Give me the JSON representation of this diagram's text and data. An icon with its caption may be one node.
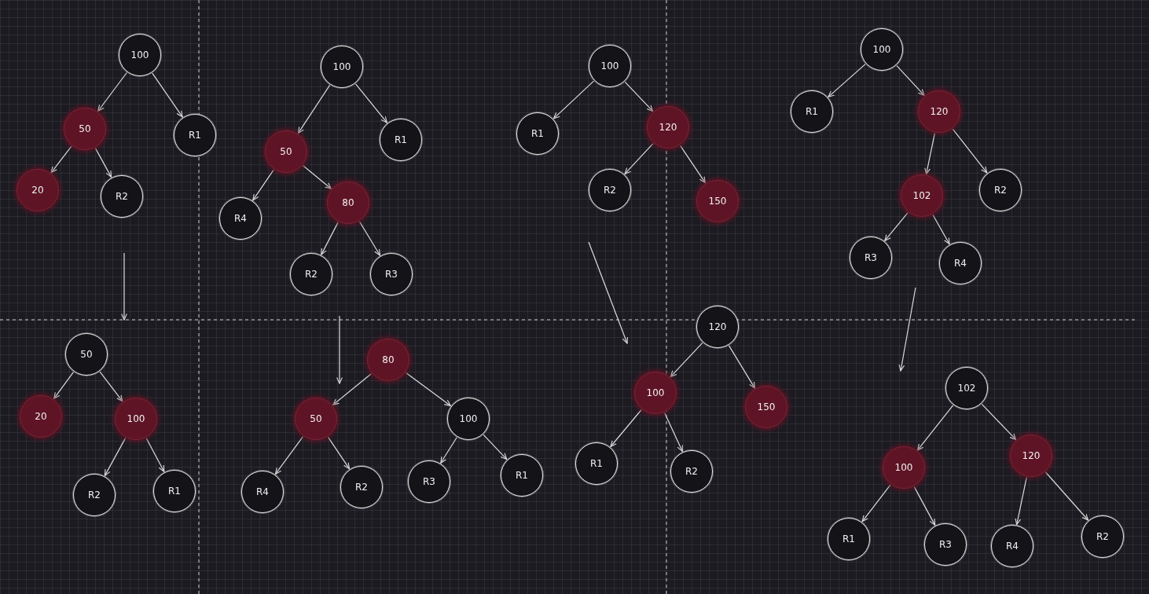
{
  "diagram": {
    "nodes": [
      {
        "text": [
          "100"
        ]
      },
      {
        "text": [
          "50"
        ]
      },
      {
        "text": [
          "R1"
        ]
      },
      {
        "text": [
          "20"
        ]
      },
      {
        "text": [
          "R2"
        ]
      },
      {
        "text": [
          "50"
        ]
      },
      {
        "text": [
          "20"
        ]
      },
      {
        "text": [
          "100"
        ]
      },
      {
        "text": [
          "R2"
        ]
      },
      {
        "text": [
          "R1"
        ]
      },
      {
        "text": [
          "100"
        ]
      },
      {
        "text": [
          "50"
        ]
      },
      {
        "text": [
          "R1"
        ]
      },
      {
        "text": [
          "R4"
        ]
      },
      {
        "text": [
          "80"
        ]
      },
      {
        "text": [
          "R2"
        ]
      },
      {
        "text": [
          "R3"
        ]
      },
      {
        "text": [
          "80"
        ]
      },
      {
        "text": [
          "50"
        ]
      },
      {
        "text": [
          "100"
        ]
      },
      {
        "text": [
          "R4"
        ]
      },
      {
        "text": [
          "R2"
        ]
      },
      {
        "text": [
          "R3"
        ]
      },
      {
        "text": [
          "R1"
        ]
      },
      {
        "text": [
          "100"
        ]
      },
      {
        "text": [
          "R1"
        ]
      },
      {
        "text": [
          "120"
        ]
      },
      {
        "text": [
          "R2"
        ]
      },
      {
        "text": [
          "150"
        ]
      },
      {
        "text": [
          "120"
        ]
      },
      {
        "text": [
          "100"
        ]
      },
      {
        "text": [
          "150"
        ]
      },
      {
        "text": [
          "R1"
        ]
      },
      {
        "text": [
          "R2"
        ]
      },
      {
        "text": [
          "100"
        ]
      },
      {
        "text": [
          "R1"
        ]
      },
      {
        "text": [
          "120"
        ]
      },
      {
        "text": [
          "102"
        ]
      },
      {
        "text": [
          "R2"
        ]
      },
      {
        "text": [
          "R3"
        ]
      },
      {
        "text": [
          "R4"
        ]
      },
      {
        "text": [
          "102"
        ]
      },
      {
        "text": [
          "100"
        ]
      },
      {
        "text": [
          "120"
        ]
      },
      {
        "text": [
          "R1"
        ]
      },
      {
        "text": [
          "R3"
        ]
      },
      {
        "text": [
          "R4"
        ]
      },
      {
        "text": [
          "R2"
        ]
      }
    ],
    "edges": [
      {
        "from": 0,
        "to": 1,
        "arrow": "to"
      },
      {
        "from": 0,
        "to": 2,
        "arrow": "to"
      },
      {
        "from": 1,
        "to": 3,
        "arrow": "to"
      },
      {
        "from": 1,
        "to": 4,
        "arrow": "to"
      },
      {
        "from": 5,
        "to": 6,
        "arrow": "to"
      },
      {
        "from": 5,
        "to": 7,
        "arrow": "to"
      },
      {
        "from": 7,
        "to": 8,
        "arrow": "to"
      },
      {
        "from": 7,
        "to": 9,
        "arrow": "to"
      },
      {
        "from": 10,
        "to": 11,
        "arrow": "to"
      },
      {
        "from": 10,
        "to": 12,
        "arrow": "to"
      },
      {
        "from": 11,
        "to": 13,
        "arrow": "to"
      },
      {
        "from": 11,
        "to": 14,
        "arrow": "to"
      },
      {
        "from": 14,
        "to": 15,
        "arrow": "to"
      },
      {
        "from": 14,
        "to": 16,
        "arrow": "to"
      },
      {
        "from": 17,
        "to": 18,
        "arrow": "to"
      },
      {
        "from": 17,
        "to": 19,
        "arrow": "to"
      },
      {
        "from": 18,
        "to": 20,
        "arrow": "to"
      },
      {
        "from": 18,
        "to": 21,
        "arrow": "to"
      },
      {
        "from": 19,
        "to": 22,
        "arrow": "to"
      },
      {
        "from": 19,
        "to": 23,
        "arrow": "to"
      },
      {
        "from": 24,
        "to": 25,
        "arrow": "to"
      },
      {
        "from": 24,
        "to": 26,
        "arrow": "to"
      },
      {
        "from": 26,
        "to": 27,
        "arrow": "to"
      },
      {
        "from": 26,
        "to": 28,
        "arrow": "to"
      },
      {
        "from": 29,
        "to": 30,
        "arrow": "to"
      },
      {
        "from": 29,
        "to": 31,
        "arrow": "to"
      },
      {
        "from": 30,
        "to": 32,
        "arrow": "to"
      },
      {
        "from": 30,
        "to": 33,
        "arrow": "to"
      },
      {
        "from": 34,
        "to": 35,
        "arrow": "to"
      },
      {
        "from": 34,
        "to": 36,
        "arrow": "to"
      },
      {
        "from": 36,
        "to": 37,
        "arrow": "to"
      },
      {
        "from": 36,
        "to": 38,
        "arrow": "to"
      },
      {
        "from": 37,
        "to": 39,
        "arrow": "to"
      },
      {
        "from": 37,
        "to": 40,
        "arrow": "to"
      },
      {
        "from": 41,
        "to": 42,
        "arrow": "to"
      },
      {
        "from": 41,
        "to": 43,
        "arrow": "to"
      },
      {
        "from": 42,
        "to": 44,
        "arrow": "to"
      },
      {
        "from": 42,
        "to": 45,
        "arrow": "to"
      },
      {
        "from": 43,
        "to": 46,
        "arrow": "to"
      },
      {
        "from": 43,
        "to": 47,
        "arrow": "to"
      }
    ]
  }
}
